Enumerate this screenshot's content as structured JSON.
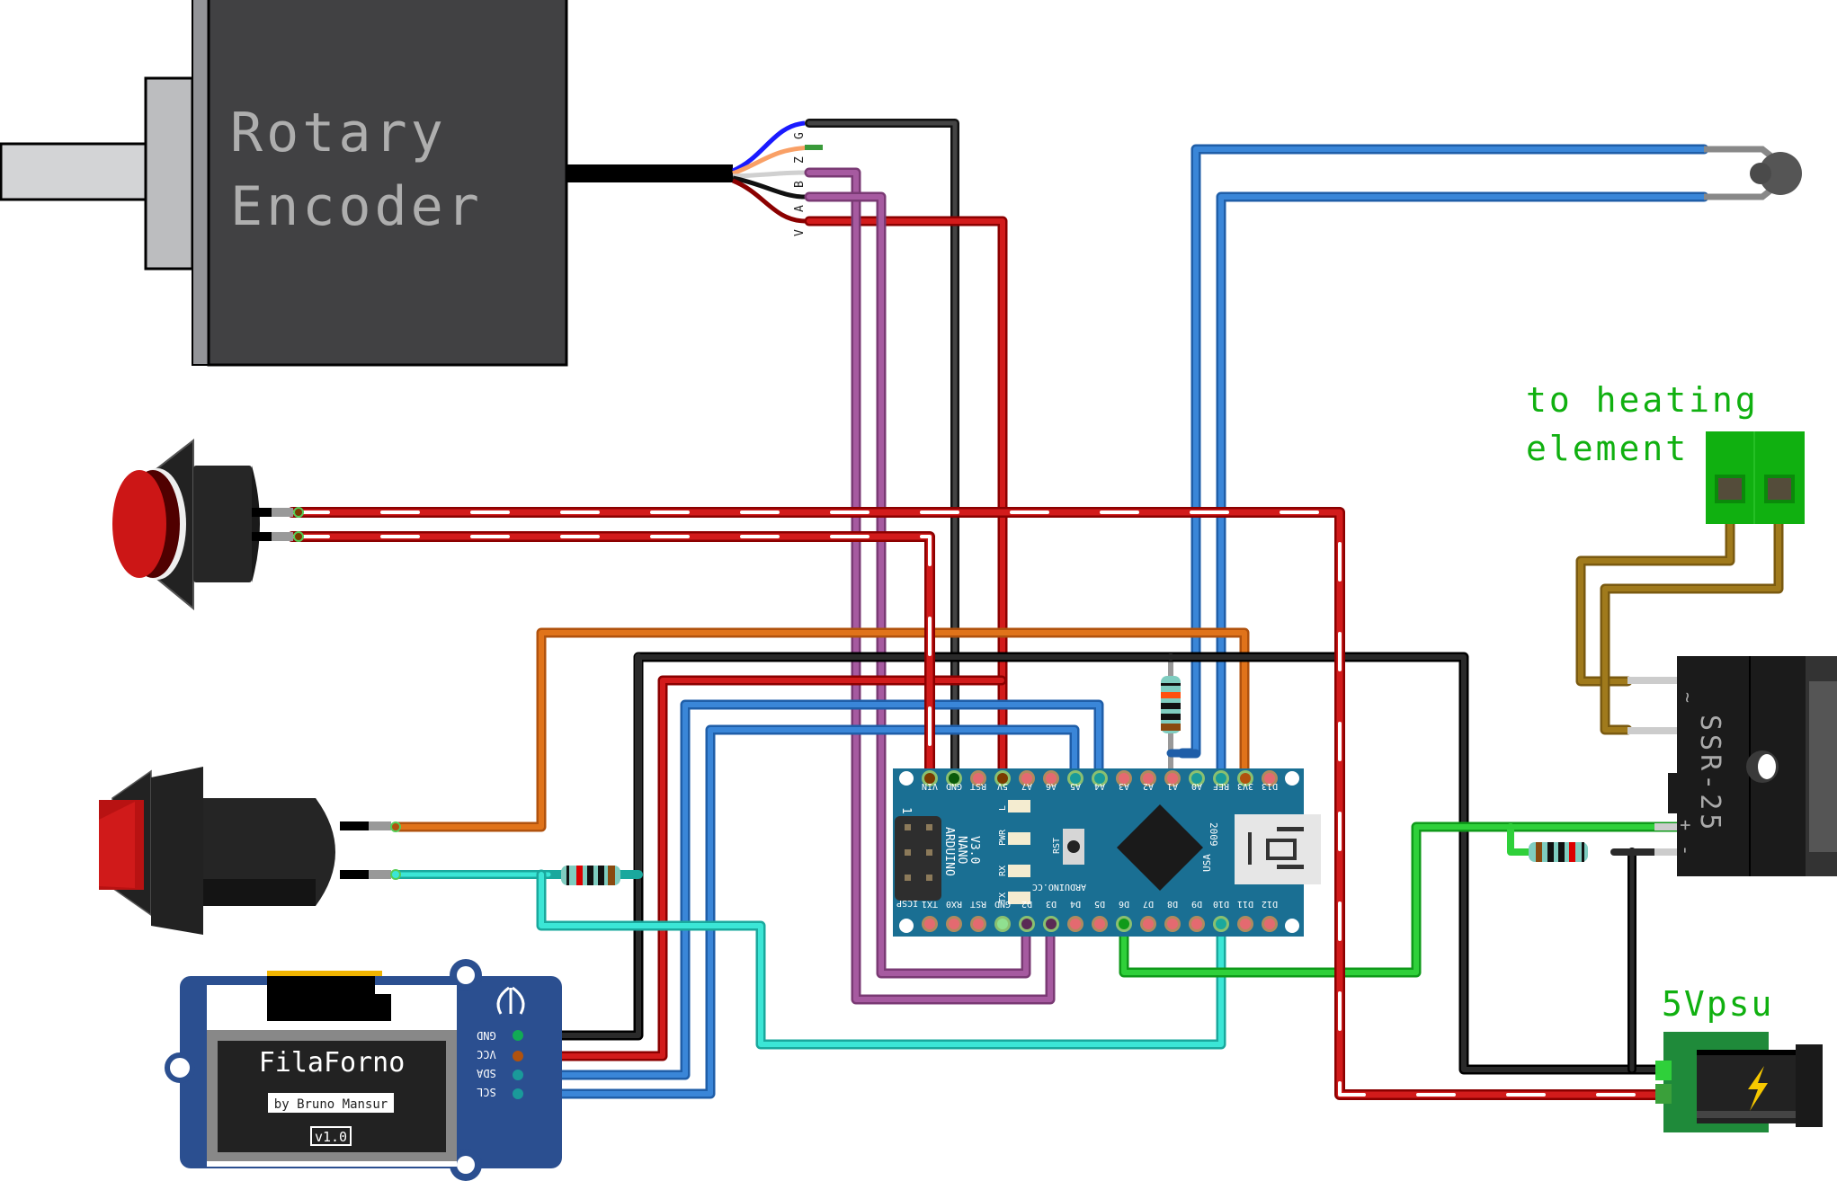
{
  "title": "FilaForno wiring diagram",
  "components": {
    "rotary_encoder": {
      "label_line1": "Rotary",
      "label_line2": "Encoder",
      "wire_labels": [
        "G",
        "Z",
        "B",
        "A",
        "V"
      ]
    },
    "arduino_nano": {
      "board_name_line1": "ARDUINO",
      "board_name_line2": "NANO",
      "board_name_line3": "V3.0",
      "site": "ARDUINO.CC",
      "year": "2009",
      "country": "USA",
      "icsp": "ICSP",
      "pin1": "1",
      "rst_button": "RST",
      "leds": [
        "L",
        "PWR",
        "RX",
        "TX"
      ],
      "top_pins": [
        "VIN",
        "GND",
        "RST",
        "5V",
        "A7",
        "A6",
        "A5",
        "A4",
        "A3",
        "A2",
        "A1",
        "A0",
        "REF",
        "3V3",
        "D13"
      ],
      "bottom_pins": [
        "TX1",
        "RX0",
        "RST",
        "GND",
        "D2",
        "D3",
        "D4",
        "D5",
        "D6",
        "D7",
        "D8",
        "D9",
        "D10",
        "D11",
        "D12"
      ]
    },
    "oled": {
      "title": "FilaForno",
      "subtitle": "by Bruno Mansur",
      "version": "v1.0",
      "pins": [
        "GND",
        "VCC",
        "SDA",
        "SCL"
      ]
    },
    "ssr": {
      "model": "SSR-25",
      "ac_symbol": "~",
      "plus": "+",
      "minus": "-"
    },
    "heater_terminal": {
      "label_line1": "to heating",
      "label_line2": "element"
    },
    "psu": {
      "label": "5Vpsu"
    }
  },
  "colors": {
    "wire_red": "#cc1818",
    "wire_black": "#222222",
    "wire_blue": "#3a86d8",
    "wire_purple": "#a5559f",
    "wire_orange": "#e0731a",
    "wire_cyan": "#3be6d6",
    "wire_green": "#22c030",
    "wire_brown": "#a07a1c",
    "label_green": "#10b010",
    "nano_blue": "#1a6f93",
    "oled_blue": "#2b4f90"
  }
}
